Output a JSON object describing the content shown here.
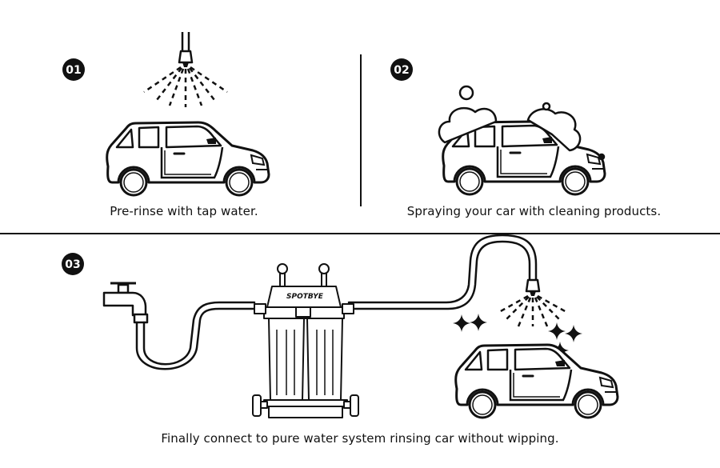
{
  "steps": [
    {
      "number": "01",
      "caption": "Pre-rinse with tap water."
    },
    {
      "number": "02",
      "caption": "Spraying your car with cleaning products."
    },
    {
      "number": "03",
      "caption": "Finally connect to pure water system rinsing car without wipping."
    }
  ],
  "filter": {
    "brand": "SPOTBYE"
  },
  "colors": {
    "line": "#111111",
    "background": "#ffffff"
  }
}
